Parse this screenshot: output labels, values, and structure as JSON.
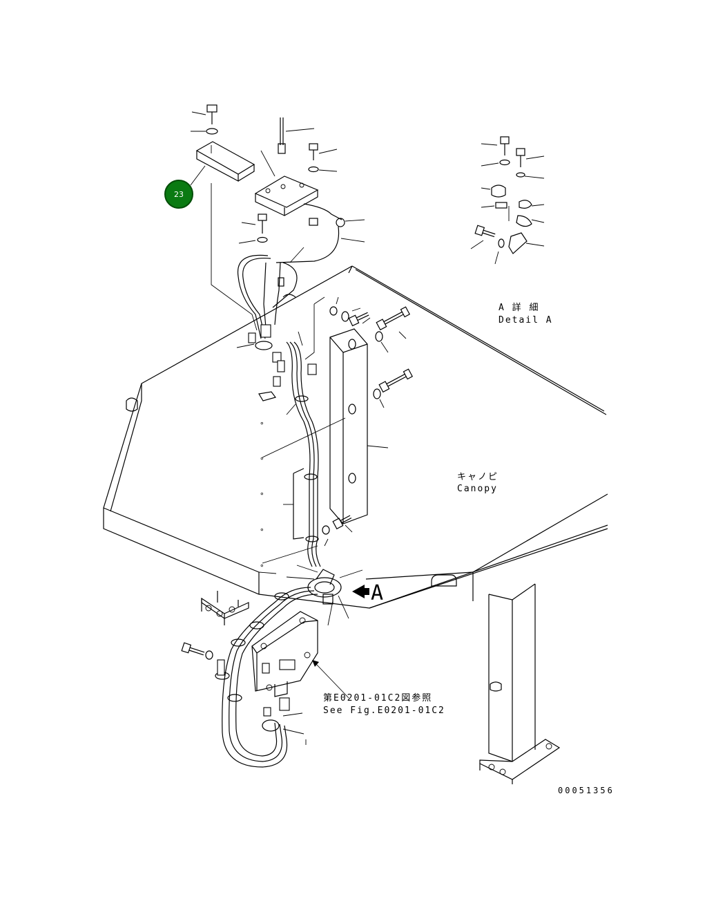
{
  "diagram": {
    "labels": {
      "detail_jp": "A 詳 細",
      "detail_en": "Detail A",
      "canopy_jp": "キャノピ",
      "canopy_en": "Canopy",
      "ref_jp": "第E0201-01C2図参照",
      "ref_en": "See Fig.E0201-01C2",
      "view_arrow": "A",
      "drawing_number": "00051356"
    },
    "callouts": [
      {
        "number": "23",
        "color": "#0a7a12"
      }
    ]
  }
}
